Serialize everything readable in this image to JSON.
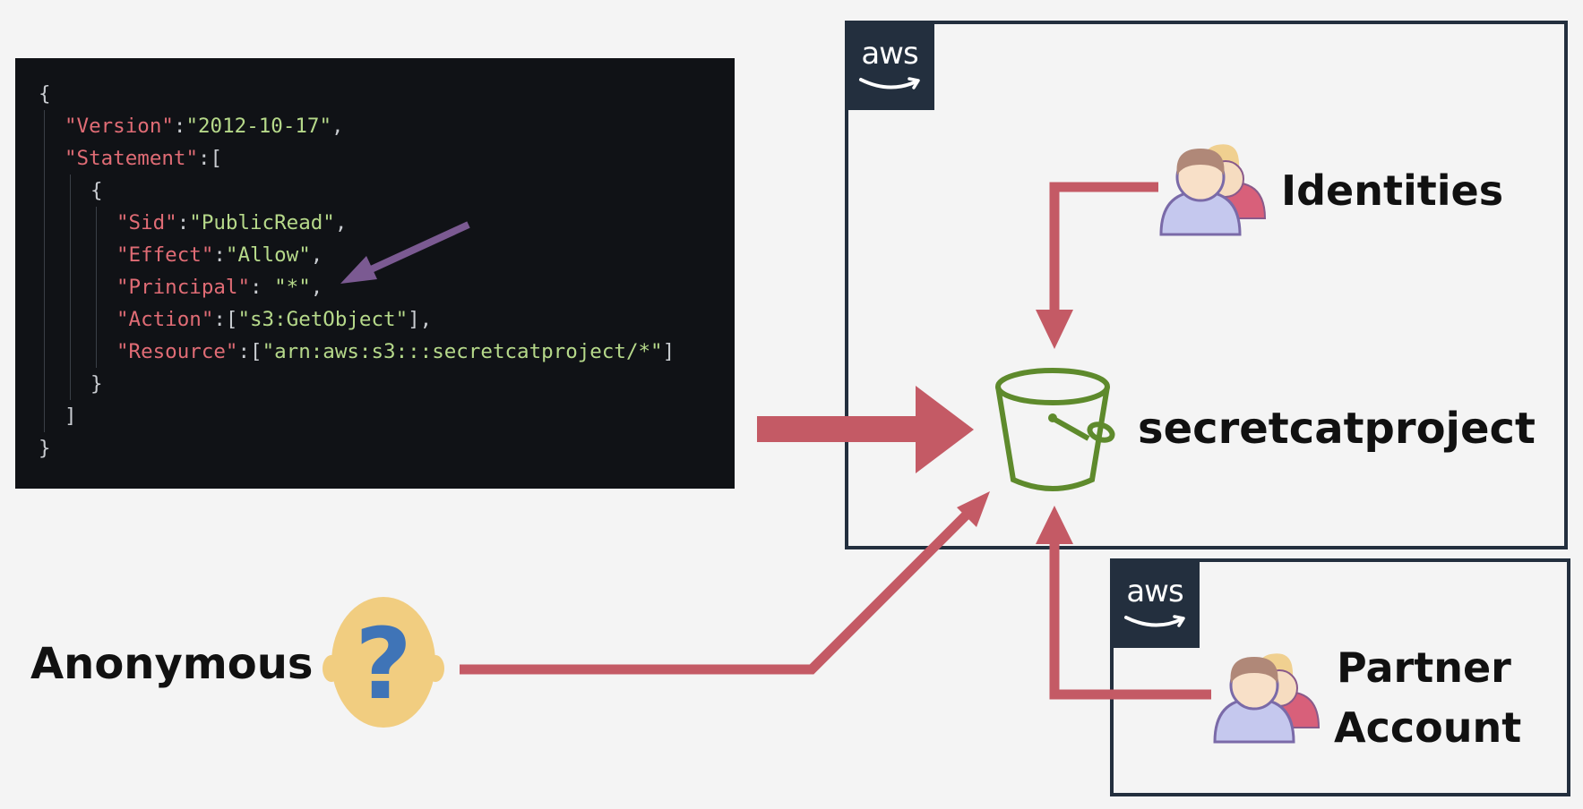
{
  "code": {
    "lines": [
      {
        "indent": 0,
        "parts": [
          {
            "t": "{",
            "c": "p"
          }
        ]
      },
      {
        "indent": 1,
        "parts": [
          {
            "t": "\"Version\"",
            "c": "k"
          },
          {
            "t": ":",
            "c": "p"
          },
          {
            "t": "\"2012-10-17\"",
            "c": "s"
          },
          {
            "t": ",",
            "c": "p"
          }
        ]
      },
      {
        "indent": 1,
        "parts": [
          {
            "t": "\"Statement\"",
            "c": "k"
          },
          {
            "t": ":[",
            "c": "p"
          }
        ]
      },
      {
        "indent": 2,
        "parts": [
          {
            "t": "{",
            "c": "p"
          }
        ]
      },
      {
        "indent": 3,
        "parts": [
          {
            "t": "\"Sid\"",
            "c": "k"
          },
          {
            "t": ":",
            "c": "p"
          },
          {
            "t": "\"PublicRead\"",
            "c": "s"
          },
          {
            "t": ",",
            "c": "p"
          }
        ]
      },
      {
        "indent": 3,
        "parts": [
          {
            "t": "\"Effect\"",
            "c": "k"
          },
          {
            "t": ":",
            "c": "p"
          },
          {
            "t": "\"Allow\"",
            "c": "s"
          },
          {
            "t": ",",
            "c": "p"
          }
        ]
      },
      {
        "indent": 3,
        "parts": [
          {
            "t": "\"Principal\"",
            "c": "k"
          },
          {
            "t": ": ",
            "c": "p"
          },
          {
            "t": "\"*\"",
            "c": "s"
          },
          {
            "t": ",",
            "c": "p"
          }
        ]
      },
      {
        "indent": 3,
        "parts": [
          {
            "t": "\"Action\"",
            "c": "k"
          },
          {
            "t": ":[",
            "c": "p"
          },
          {
            "t": "\"s3:GetObject\"",
            "c": "s"
          },
          {
            "t": "],",
            "c": "p"
          }
        ]
      },
      {
        "indent": 3,
        "parts": [
          {
            "t": "\"Resource\"",
            "c": "k"
          },
          {
            "t": ":[",
            "c": "p"
          },
          {
            "t": "\"arn:aws:s3:::secretcatproject/*\"",
            "c": "s"
          },
          {
            "t": "]",
            "c": "p"
          }
        ]
      },
      {
        "indent": 2,
        "parts": [
          {
            "t": "}",
            "c": "p"
          }
        ]
      },
      {
        "indent": 1,
        "parts": [
          {
            "t": "]",
            "c": "p"
          }
        ]
      },
      {
        "indent": 0,
        "parts": [
          {
            "t": "}",
            "c": "p"
          }
        ]
      }
    ]
  },
  "logos": {
    "aws_main": "aws",
    "aws_partner": "aws"
  },
  "labels": {
    "identities": "Identities",
    "bucket": "secretcatproject",
    "anonymous": "Anonymous",
    "partner_line1": "Partner",
    "partner_line2": "Account",
    "question_mark": "?"
  },
  "icons": [
    "aws-logo",
    "users-icon",
    "s3-bucket-icon",
    "anonymous-head-icon"
  ],
  "colors": {
    "arrow": "#c45a65",
    "purple_arrow": "#7b5a92",
    "bucket": "#5e8a2c",
    "code_bg": "#101216",
    "key": "#e06c75",
    "string": "#b6d98a",
    "box_border": "#232f3e",
    "anon_face": "#f1cd80",
    "anon_question": "#3f74b7"
  }
}
